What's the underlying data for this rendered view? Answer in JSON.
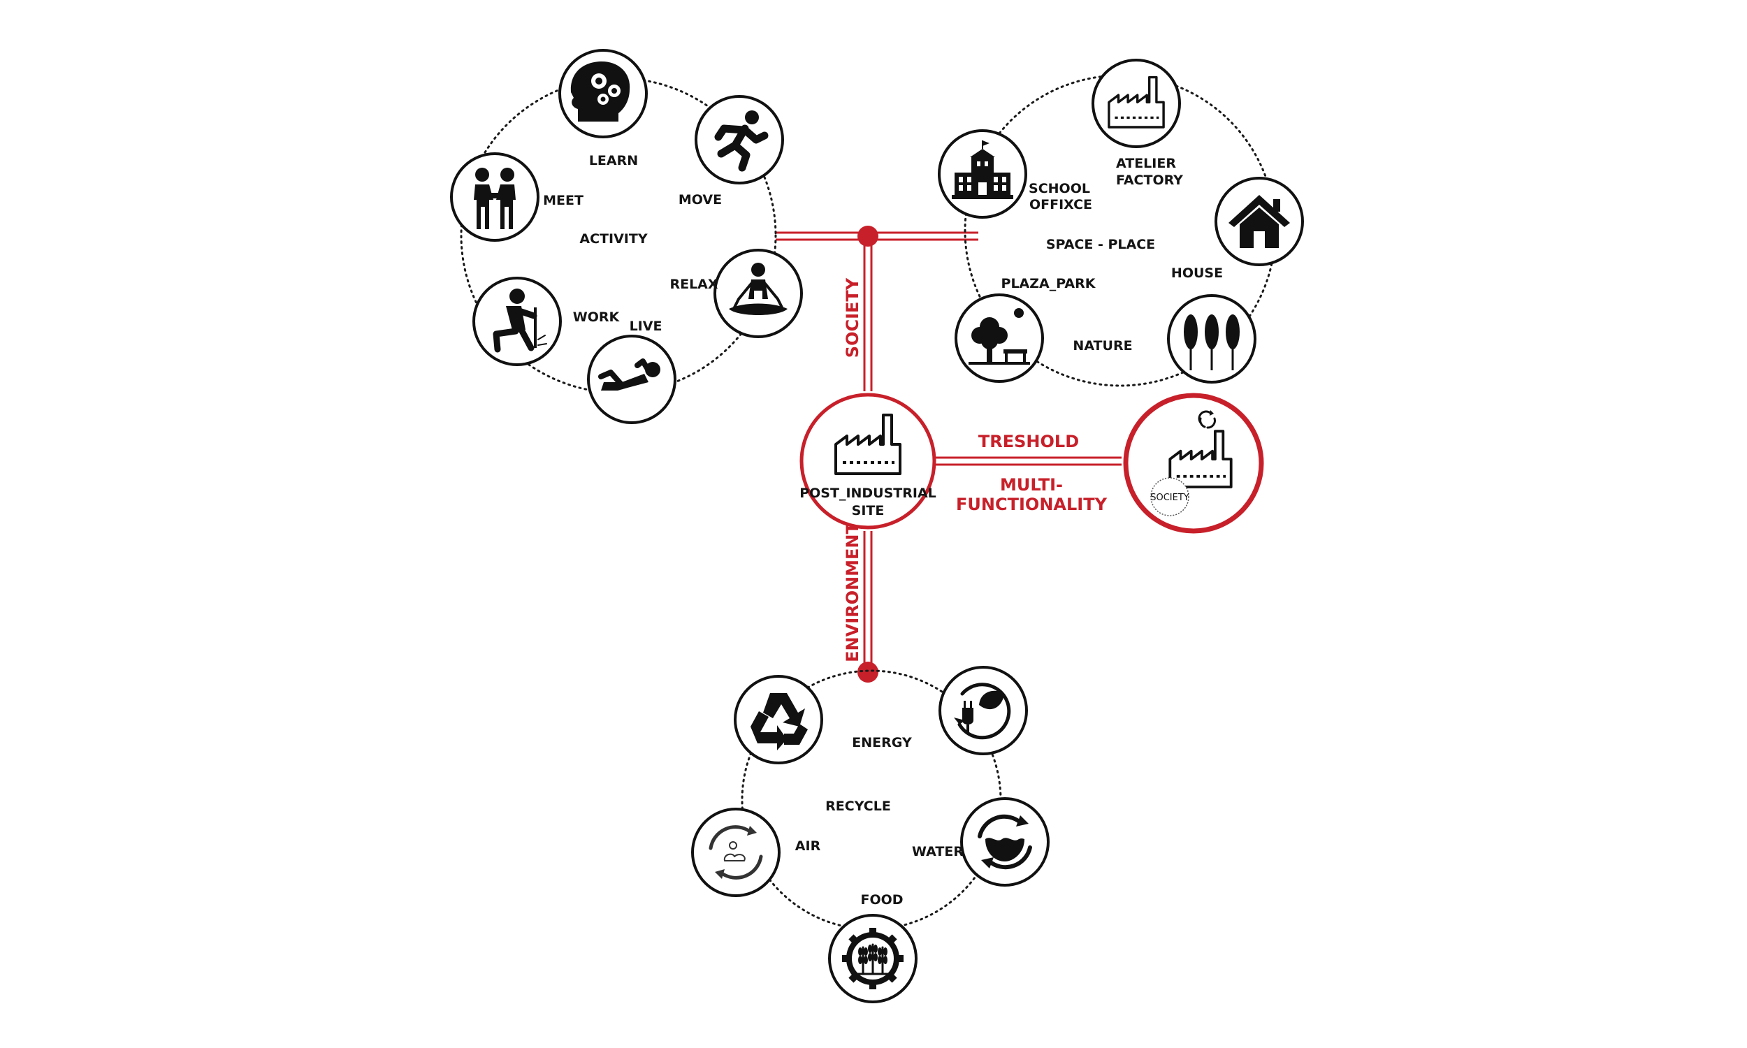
{
  "colors": {
    "accent": "#c8202a",
    "ink": "#111111",
    "background": "#ffffff"
  },
  "hub": {
    "line1": "POST_INDUSTRIAL",
    "line2": "SITE",
    "icon": "factory-icon"
  },
  "links": {
    "society": "SOCIETY",
    "environment": "ENVIRONMENT",
    "threshold": "TRESHOLD",
    "multi1": "MULTI-",
    "multi2": "FUNCTIONALITY"
  },
  "target": {
    "icon": "factory-recycle-icon",
    "badge": "SOCIETY"
  },
  "activity": {
    "center": "ACTIVITY",
    "items": [
      {
        "label": "LEARN",
        "icon": "head-gears-icon"
      },
      {
        "label": "MOVE",
        "icon": "running-person-icon"
      },
      {
        "label": "MEET",
        "icon": "handshake-people-icon"
      },
      {
        "label": "RELAX",
        "icon": "meditation-icon"
      },
      {
        "label": "WORK",
        "icon": "kneeling-worker-icon"
      },
      {
        "label": "LIVE",
        "icon": "reclining-person-icon"
      }
    ]
  },
  "space": {
    "center": "SPACE - PLACE",
    "items": [
      {
        "label1": "ATELIER",
        "label2": "FACTORY",
        "icon": "factory-icon"
      },
      {
        "label1": "SCHOOL",
        "label2": "OFFIXCE",
        "icon": "school-building-icon"
      },
      {
        "label": "HOUSE",
        "icon": "house-icon"
      },
      {
        "label": "PLAZA_PARK",
        "icon": "park-tree-bench-icon"
      },
      {
        "label": "NATURE",
        "icon": "trees-icon"
      }
    ]
  },
  "environment": {
    "items": [
      {
        "label": "RECYCLE",
        "icon": "recycle-icon"
      },
      {
        "label": "ENERGY",
        "icon": "eco-plug-leaf-icon"
      },
      {
        "label": "AIR",
        "icon": "air-cycle-icon"
      },
      {
        "label": "WATER",
        "icon": "water-cycle-icon"
      },
      {
        "label": "FOOD",
        "icon": "wheat-gear-icon"
      }
    ]
  }
}
